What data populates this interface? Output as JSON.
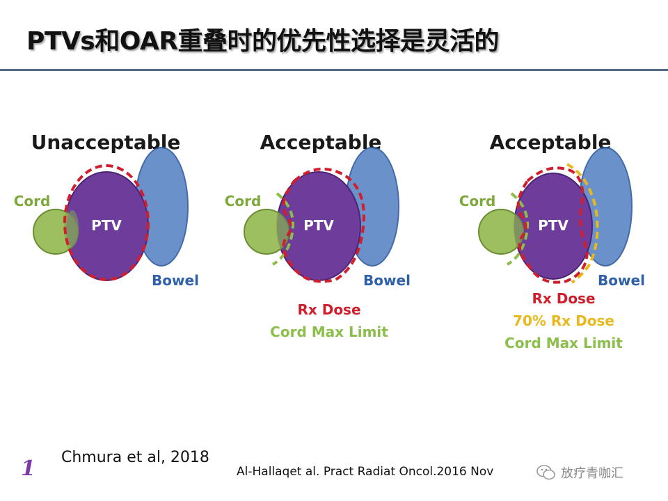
{
  "slide": {
    "title": "PTVs和OAR重叠时的优先性选择是灵活的",
    "page_number": "1"
  },
  "panels": [
    {
      "heading": "Unacceptable",
      "labels": {
        "cord": "Cord",
        "ptv": "PTV",
        "bowel": "Bowel"
      },
      "legend": []
    },
    {
      "heading": "Acceptable",
      "labels": {
        "cord": "Cord",
        "ptv": "PTV",
        "bowel": "Bowel"
      },
      "legend": [
        "Rx Dose",
        "Cord Max Limit"
      ]
    },
    {
      "heading": "Acceptable",
      "labels": {
        "cord": "Cord",
        "ptv": "PTV",
        "bowel": "Bowel"
      },
      "legend": [
        "Rx Dose",
        "70% Rx Dose",
        "Cord Max Limit"
      ]
    }
  ],
  "colors": {
    "ptv": "#6e3c9a",
    "bowel": "#5b86c6",
    "cord": "#94b84e",
    "rx_dose": "#d01e2c",
    "rx70": "#e8b91c",
    "cord_limit": "#8bbf4a",
    "heading": "#1a1a1a",
    "cord_text": "#7ea83c",
    "bowel_text": "#2f5fa8"
  },
  "citations": {
    "author": "Chmura et al, 2018",
    "journal": "Al-Hallaqet al. Pract Radiat Oncol.2016 Nov"
  },
  "watermark": {
    "text": "放疗青咖汇"
  }
}
